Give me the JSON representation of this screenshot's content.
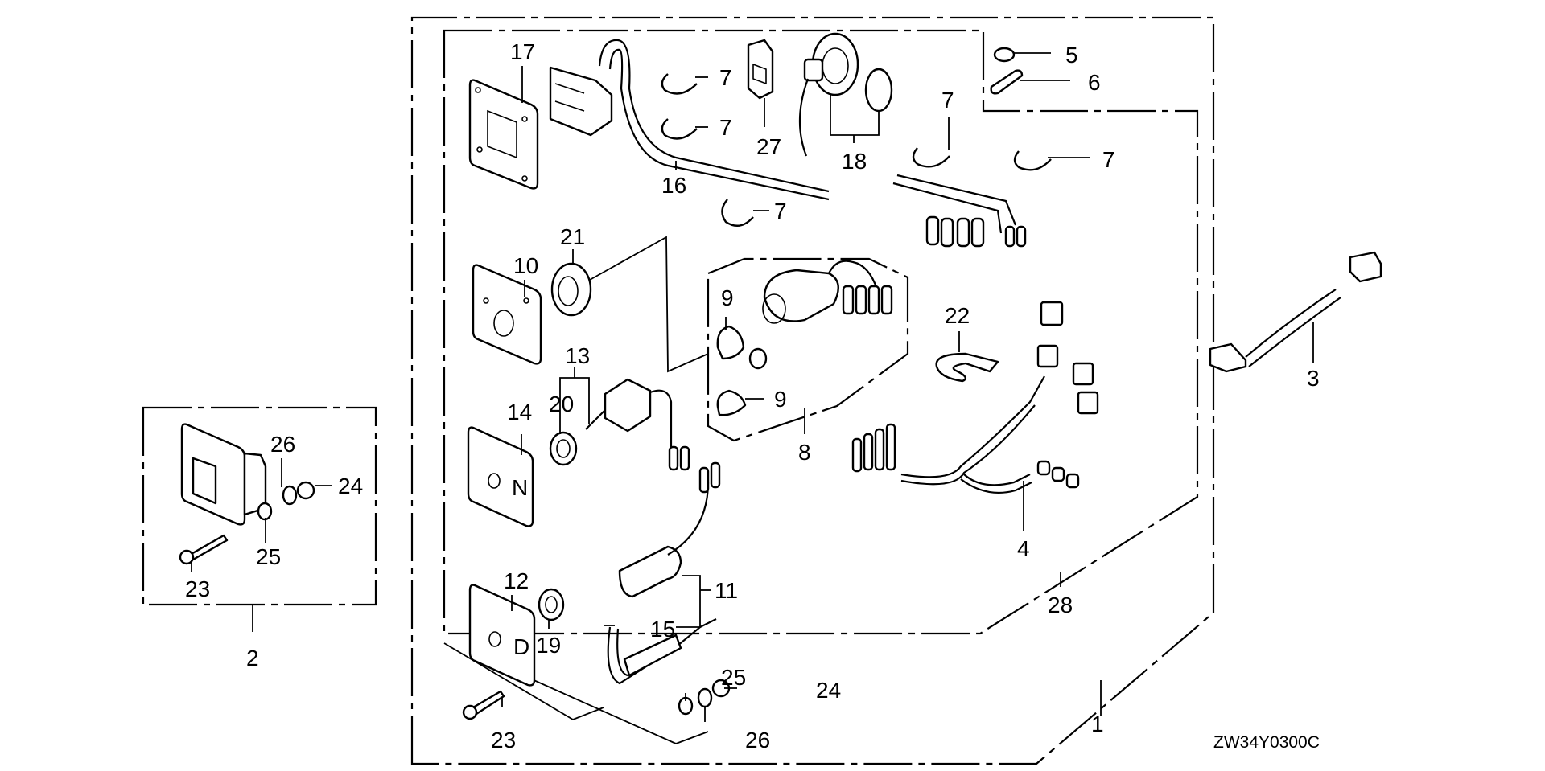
{
  "diagram": {
    "type": "exploded-parts-diagram",
    "drawing_code": "ZW34Y0300C",
    "callouts": [
      {
        "id": "c1",
        "text": "1"
      },
      {
        "id": "c2",
        "text": "2"
      },
      {
        "id": "c3",
        "text": "3"
      },
      {
        "id": "c4",
        "text": "4"
      },
      {
        "id": "c5",
        "text": "5"
      },
      {
        "id": "c6",
        "text": "6"
      },
      {
        "id": "c7a",
        "text": "7"
      },
      {
        "id": "c7b",
        "text": "7"
      },
      {
        "id": "c7c",
        "text": "7"
      },
      {
        "id": "c7d",
        "text": "7"
      },
      {
        "id": "c7e",
        "text": "7"
      },
      {
        "id": "c8",
        "text": "8"
      },
      {
        "id": "c9a",
        "text": "9"
      },
      {
        "id": "c9b",
        "text": "9"
      },
      {
        "id": "c10",
        "text": "10"
      },
      {
        "id": "c11",
        "text": "11"
      },
      {
        "id": "c12",
        "text": "12"
      },
      {
        "id": "c13",
        "text": "13"
      },
      {
        "id": "c14",
        "text": "14"
      },
      {
        "id": "c15",
        "text": "15"
      },
      {
        "id": "c16",
        "text": "16"
      },
      {
        "id": "c17",
        "text": "17"
      },
      {
        "id": "c18",
        "text": "18"
      },
      {
        "id": "c19",
        "text": "19"
      },
      {
        "id": "c20",
        "text": "20"
      },
      {
        "id": "c21",
        "text": "21"
      },
      {
        "id": "c22",
        "text": "22"
      },
      {
        "id": "c23a",
        "text": "23"
      },
      {
        "id": "c23b",
        "text": "23"
      },
      {
        "id": "c24a",
        "text": "24"
      },
      {
        "id": "c24b",
        "text": "24"
      },
      {
        "id": "c25a",
        "text": "25"
      },
      {
        "id": "c25b",
        "text": "25"
      },
      {
        "id": "c26a",
        "text": "26"
      },
      {
        "id": "c26b",
        "text": "26"
      },
      {
        "id": "c27",
        "text": "27"
      },
      {
        "id": "c28",
        "text": "28"
      }
    ],
    "panel_markings": {
      "panel_14_letter": "N",
      "panel_12_letter": "D"
    }
  }
}
